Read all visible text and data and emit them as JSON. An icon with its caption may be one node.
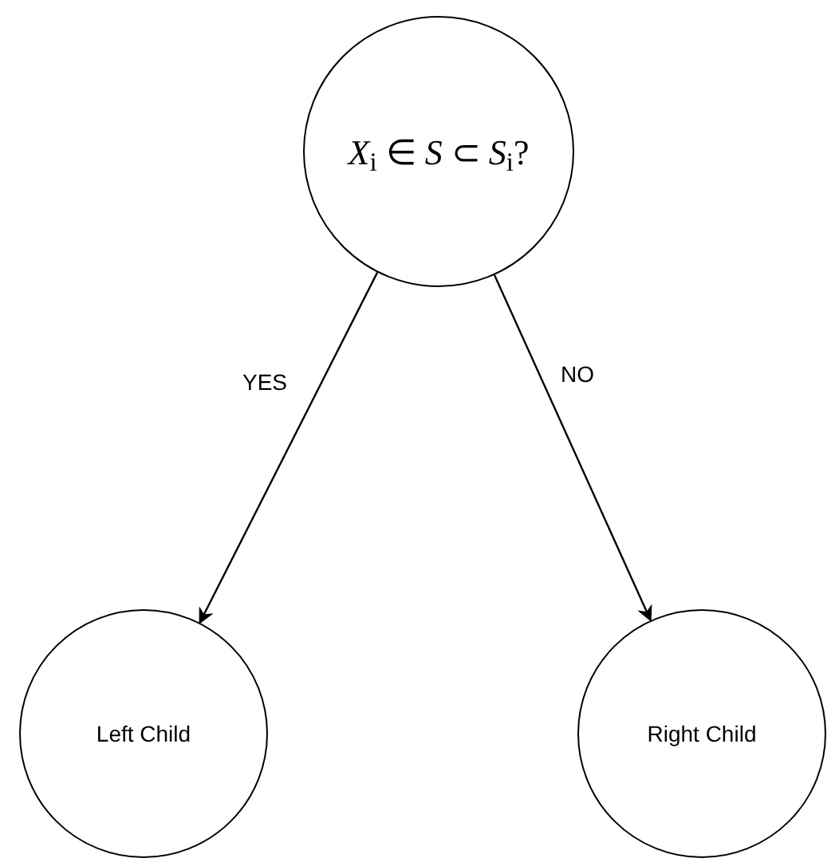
{
  "diagram": {
    "nodes": [
      {
        "text": [
          "*X*$_{i}$ ∈ *S* ⊂ *S*$_{i}$?"
        ]
      },
      {
        "text": [
          "Left Child"
        ]
      },
      {
        "text": [
          "Right Child"
        ]
      }
    ],
    "edges": [
      {
        "from": 0,
        "to": 1,
        "arrow": "to",
        "label": "YES"
      },
      {
        "from": 0,
        "to": 2,
        "arrow": "to",
        "label": "NO"
      }
    ]
  }
}
